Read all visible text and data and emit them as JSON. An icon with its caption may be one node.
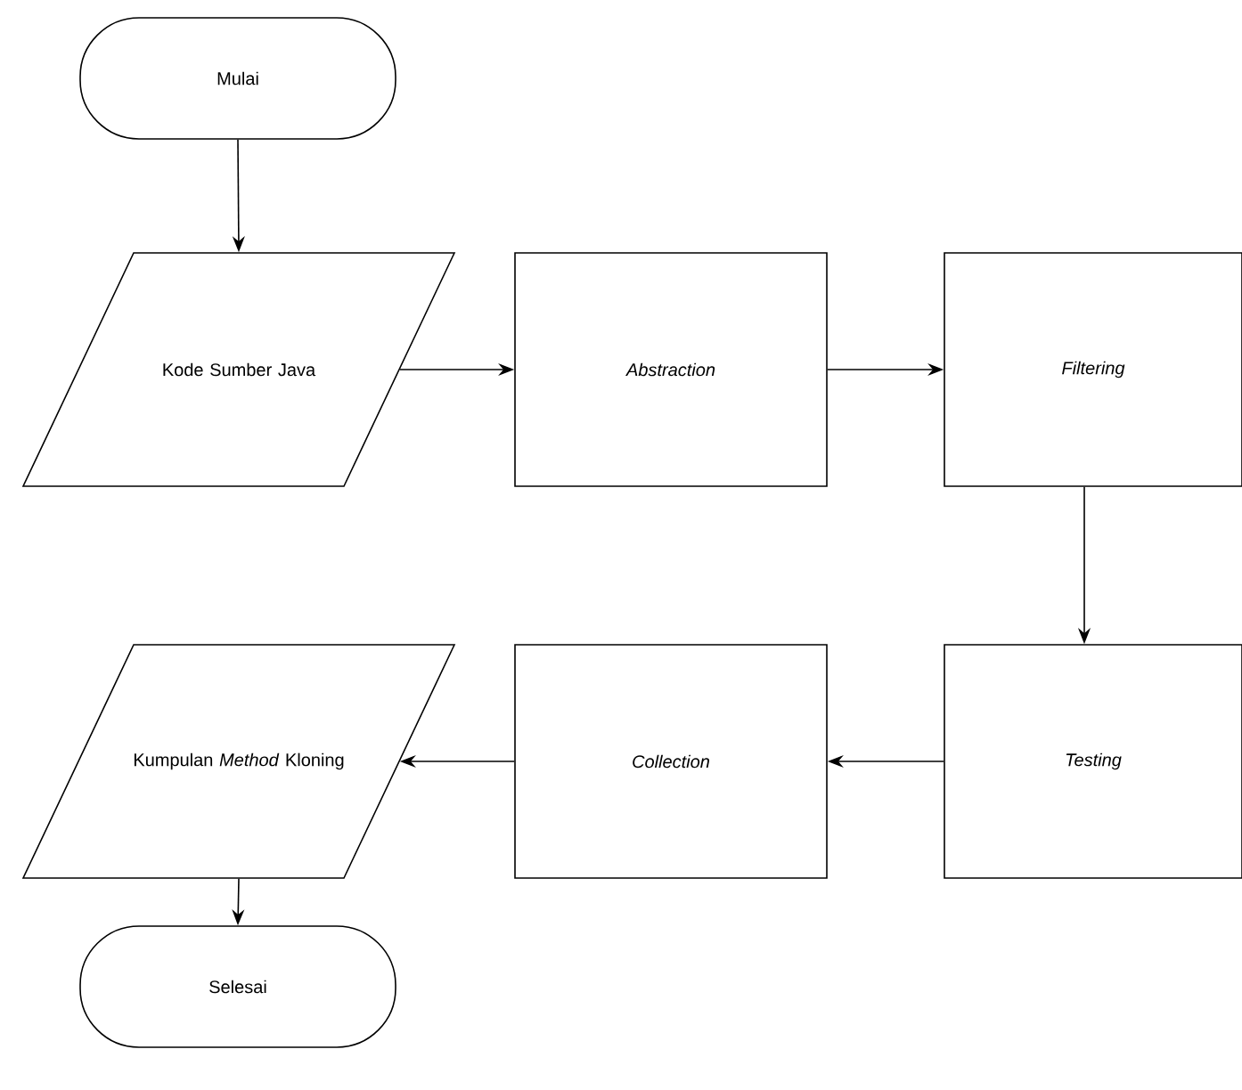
{
  "diagram": {
    "nodes": [
      {
        "text": [
          "Mulai"
        ]
      },
      {
        "text": [
          "Kode Sumber Java"
        ]
      },
      {
        "text": [
          "Abstraction"
        ]
      },
      {
        "text": [
          "Filtering"
        ]
      },
      {
        "text": [
          "Testing"
        ]
      },
      {
        "text": [
          "Collection"
        ]
      },
      {
        "text": [
          "Kumpulan *Method* Kloning"
        ]
      },
      {
        "text": [
          "Selesai"
        ]
      }
    ],
    "edges": [
      {
        "from": 0,
        "to": 1,
        "arrow": "to"
      },
      {
        "from": 1,
        "to": 2,
        "arrow": "to"
      },
      {
        "from": 2,
        "to": 3,
        "arrow": "to"
      },
      {
        "from": 3,
        "to": 4,
        "arrow": "to"
      },
      {
        "from": 4,
        "to": 5,
        "arrow": "to"
      },
      {
        "from": 5,
        "to": 6,
        "arrow": "to"
      },
      {
        "from": 6,
        "to": 7,
        "arrow": "to"
      }
    ]
  }
}
